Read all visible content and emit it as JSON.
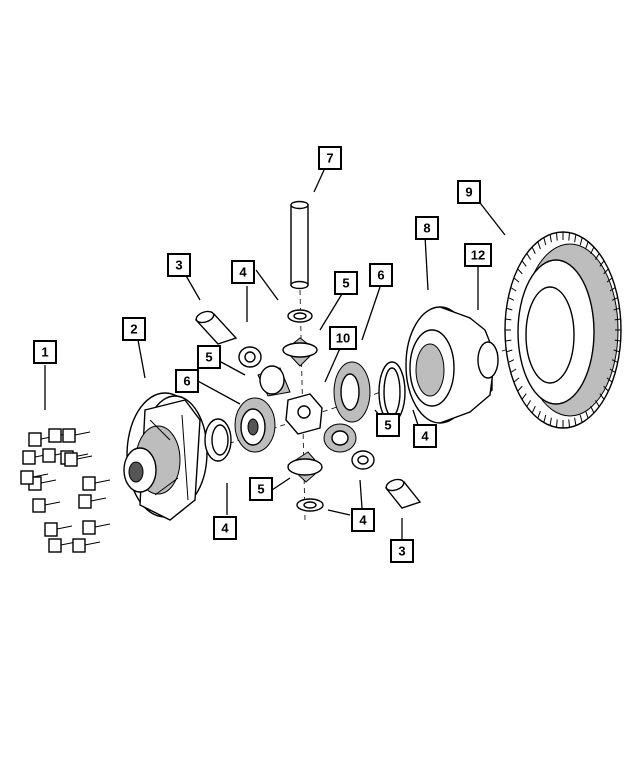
{
  "callouts": {
    "c1": "1",
    "c2": "2",
    "c3a": "3",
    "c3b": "3",
    "c4a": "4",
    "c4b": "4",
    "c4c": "4",
    "c4d": "4",
    "c5a": "5",
    "c5b": "5",
    "c5c": "5",
    "c5d": "5",
    "c6a": "6",
    "c6b": "6",
    "c7": "7",
    "c8": "8",
    "c9": "9",
    "c10": "10",
    "c12": "12"
  },
  "colors": {
    "line": "#000000",
    "background": "#ffffff",
    "shade": "#bdbdbd"
  },
  "parts": [
    "bolt-set",
    "differential-case-half",
    "pinion-shaft-pin",
    "thrust-washer",
    "pinion-gear",
    "side-gear",
    "pinion-shaft",
    "differential-case",
    "ring-gear",
    "pinion-shaft-block",
    "case-bearing"
  ]
}
